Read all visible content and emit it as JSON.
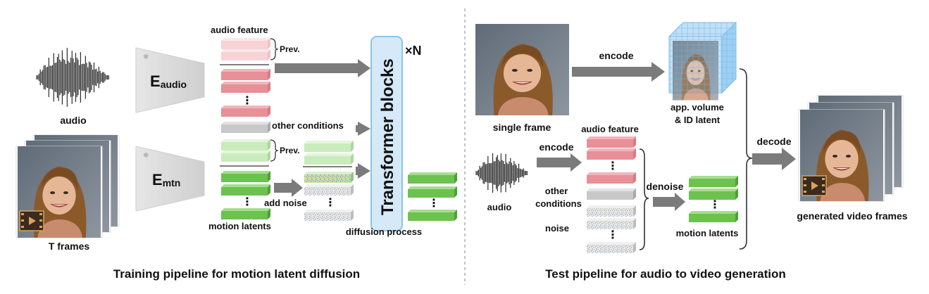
{
  "training": {
    "caption": "Training pipeline for motion latent diffusion",
    "audio_label": "audio",
    "frames_label": "T frames",
    "enc_audio": {
      "main": "E",
      "sub": "audio"
    },
    "enc_mtn": {
      "main": "E",
      "sub": "mtn"
    },
    "audio_feature_label": "audio feature",
    "prev_label_top": "Prev.",
    "prev_label_bottom": "Prev.",
    "other_conditions_label": "other conditions",
    "add_noise_label": "add noise",
    "motion_latents_label": "motion latents",
    "diffusion_process_label": "diffusion process",
    "transformer_label": "Transformer blocks",
    "repeat_label": "×N"
  },
  "test": {
    "caption": "Test pipeline for audio to video generation",
    "single_frame_label": "single frame",
    "encode_top_label": "encode",
    "app_volume_label_1": "app. volume",
    "app_volume_label_2": "& ID latent",
    "audio_label": "audio",
    "encode_audio_label": "encode",
    "audio_feature_label": "audio feature",
    "other_label_1": "other",
    "other_label_2": "conditions",
    "noise_label": "noise",
    "denoise_label": "denoise",
    "motion_latents_label": "motion latents",
    "decode_label": "decode",
    "generated_label": "generated video frames"
  },
  "colors": {
    "pink": "#e88f98",
    "pink_light": "#f6d3d6",
    "green": "#6bc24f",
    "green_light": "#c9ecbc",
    "gray_block": "#c8c8c8",
    "arrow": "#7b7b7b",
    "transformer_fill": "#d5e9f8",
    "transformer_stroke": "#8fc3ea"
  }
}
